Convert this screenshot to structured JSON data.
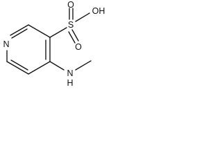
{
  "molecule": {
    "atoms": {
      "n_ring": "N",
      "s": "S",
      "o_top": "O",
      "o_bottom": "O",
      "oh": "OH",
      "nh": "N",
      "h": "H"
    }
  }
}
